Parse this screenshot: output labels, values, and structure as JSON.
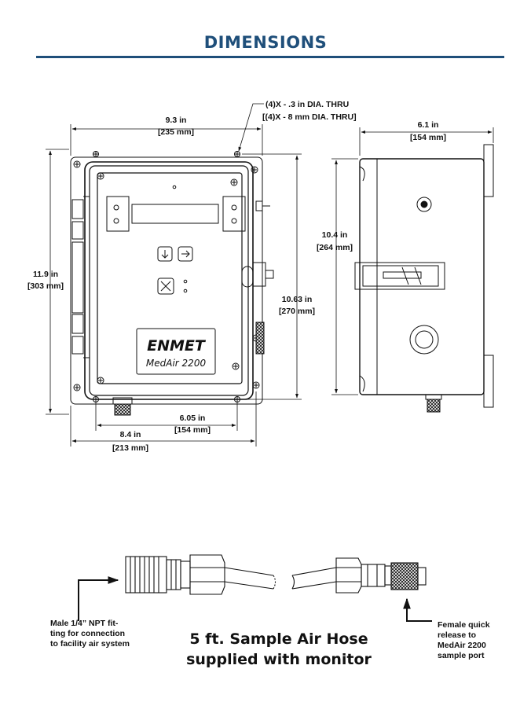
{
  "page": {
    "title": "DIMENSIONS"
  },
  "front_view": {
    "width_in": "9.3 in",
    "width_mm": "[235 mm]",
    "height_in": "11.9 in",
    "height_mm": "[303 mm]",
    "mount_height_in": "10.63 in",
    "mount_height_mm": "[270 mm]",
    "mount_width_in": "6.05 in",
    "mount_width_mm": "[154 mm]",
    "base_width_in": "8.4 in",
    "base_width_mm": "[213 mm]",
    "hole_note_1": "(4)X - .3 in DIA. THRU",
    "hole_note_2": "[(4)X - 8 mm DIA. THRU]",
    "brand": "ENMET",
    "model": "MedAir 2200"
  },
  "side_view": {
    "depth_in": "6.1 in",
    "depth_mm": "[154 mm]",
    "height_in": "10.4 in",
    "height_mm": "[264 mm]"
  },
  "hose": {
    "male_label": [
      "Male 1/4”  NPT fit-",
      "ting for connection",
      "to facility air system"
    ],
    "female_label": [
      "Female quick",
      "release to",
      "MedAir 2200",
      "sample port"
    ],
    "caption_line1": "5 ft. Sample Air Hose",
    "caption_line2": "supplied with monitor"
  }
}
